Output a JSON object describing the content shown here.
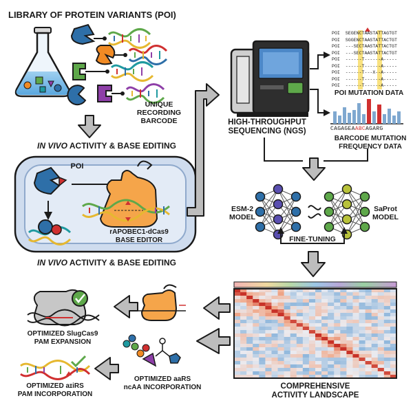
{
  "library": {
    "title": "LIBRARY OF PROTEIN VARIANTS (POI)",
    "barcode_label_1": "UNIQUE",
    "barcode_label_2": "RECORDING",
    "barcode_label_3": "BARCODE"
  },
  "in_vivo": {
    "heading_top_em": "IN VIVO",
    "heading_top_rest": " ACTIVITY & BASE EDITING",
    "heading_bottom_em": "IN VIVO",
    "heading_bottom_rest": " ACTIVITY & BASE EDITING",
    "poi_label": "POI",
    "editor_label_1": "rAPOBEC1-dCas9",
    "editor_label_2": "BASE EDITOR"
  },
  "sequencing": {
    "label_1": "HIGH-THROUGHPUT",
    "label_2": "SEQUENCING (NGS)"
  },
  "poi_mutation": {
    "rows": [
      "POI  SEGENCTAASTATTAGTGT",
      "POI  SGGENCTAASTATTACTGT",
      "POI  ---SECTAASTATTACTGT",
      "POI  ---SECTAASTATTACTGT",
      "POI  ------T------A-----",
      "POI  ------T------A-----",
      "POI  ------T---X--A-----",
      "POI  ------T------A-----",
      "POI  ------T------A-----"
    ],
    "label": "POI MUTATION DATA"
  },
  "barcode_freq": {
    "sequence_left": "CAGAGEA",
    "sequence_mid": "ABC",
    "sequence_right": "AGARG",
    "label_1": "BARCODE MUTATION",
    "label_2": "FREQUENCY DATA"
  },
  "models": {
    "left_1": "ESM-2",
    "left_2": "MODEL",
    "right_1": "SaProt",
    "right_2": "MODEL",
    "finetune": "FINE-TUNING"
  },
  "landscape": {
    "label_1": "COMPREHENSIVE",
    "label_2": "ACTIVITY LANDSCAPE"
  },
  "outputs": {
    "slug_1": "OPTIMIZED SlugCas9",
    "slug_2": "PAM EXPANSION",
    "aars_1": "OPTIMIZED aaRS",
    "aars_2": "ncAA INCORPORATION",
    "airs_1": "OPTIMIZED aɪiRS",
    "airs_2": "PAM INCORPORATION"
  },
  "colors": {
    "outline": "#1a1a1a",
    "arrow_fill": "#bdbdbd",
    "blue": "#2e6fa8",
    "orange": "#f08a24",
    "green": "#5ea84a",
    "teal": "#1f9aa0",
    "purple": "#8e3fa8",
    "cell_fill": "#dfe7f3",
    "highlight": "#f6d64a",
    "red": "#d03030"
  }
}
